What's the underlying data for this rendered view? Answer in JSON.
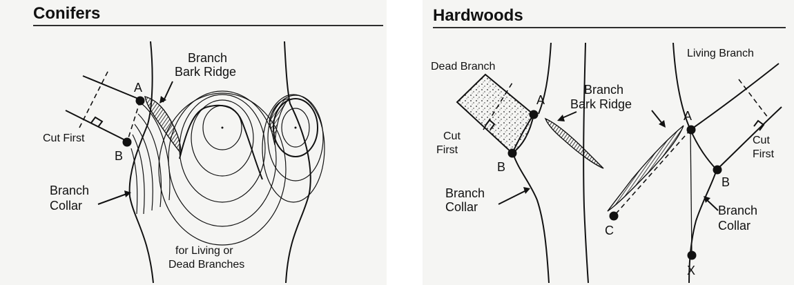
{
  "conifers": {
    "title": "Conifers",
    "branch_bark_ridge_line1": "Branch",
    "branch_bark_ridge_line2": "Bark Ridge",
    "point_a": "A",
    "point_b": "B",
    "cut_first": "Cut First",
    "branch_collar_line1": "Branch",
    "branch_collar_line2": "Collar",
    "caption_line1": "for Living or",
    "caption_line2": "Dead Branches"
  },
  "hardwoods": {
    "title": "Hardwoods",
    "dead_branch": "Dead Branch",
    "living_branch": "Living Branch",
    "branch_bark_ridge_line1": "Branch",
    "branch_bark_ridge_line2": "Bark Ridge",
    "left_point_a": "A",
    "left_point_b": "B",
    "left_cut_first_line1": "Cut",
    "left_cut_first_line2": "First",
    "left_branch_collar_line1": "Branch",
    "left_branch_collar_line2": "Collar",
    "right_point_a": "A",
    "right_point_b": "B",
    "point_c": "C",
    "point_x": "X",
    "right_cut_first_line1": "Cut",
    "right_cut_first_line2": "First",
    "right_branch_collar_line1": "Branch",
    "right_branch_collar_line2": "Collar"
  }
}
